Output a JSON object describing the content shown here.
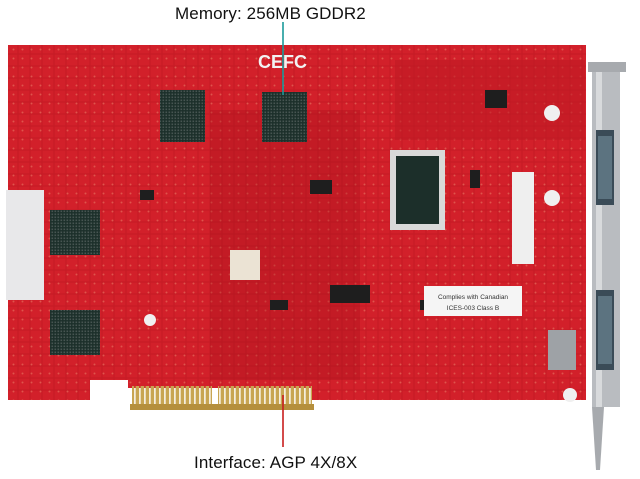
{
  "captions": {
    "top": "Memory: 256MB GDDR2",
    "bottom": "Interface: AGP 4X/8X"
  },
  "board_markings": {
    "ce_fcc_logo": "CEFC",
    "sticker_line1": "Complies with Canadian",
    "sticker_line2": "ICES-003 Class B"
  },
  "colors": {
    "pcb": "#d2202a",
    "pcb_dark": "#a8141c",
    "chip": "#1c2f2a",
    "gold_finger": "#c8a552",
    "bracket": "#b9bcc0",
    "leader_top": "#1a9a9a",
    "leader_bottom": "#c81e1e",
    "caption_text": "#111111"
  },
  "icons": {
    "logo": "ce-fcc-logo"
  }
}
